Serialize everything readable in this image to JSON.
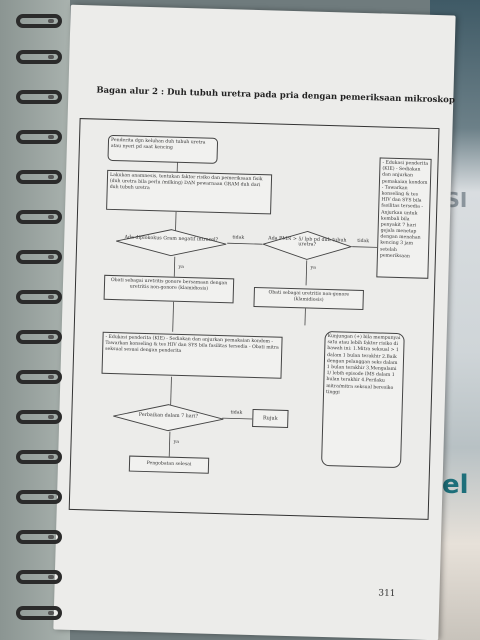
{
  "page": {
    "title": "Bagan alur 2 : Duh tubuh uretra pada pria dengan pemeriksaan mikroskop",
    "page_number": "311"
  },
  "flow": {
    "start": "Penderita dgn keluhan duh tubuh uretra atau nyeri pd saat kencing",
    "step1": "Lakukan anamnesis, tentukan faktor risiko dan pemeriksaan fisik (duh uretra bila perlu /milking) DAN pewarnaan GRAM duh dari duh tubuh uretra",
    "decision1": "Ada diplokokus Gram negatif intrasel?",
    "decision2": "Ada PMN > 5/ lpb pd duh tubuh uretra?",
    "no1": "tidak",
    "no2": "tidak",
    "yes1": "ya",
    "yes2": "ya",
    "treat1": "Obati sebagai uretritis gonore bersamaan dengan uretritis non-gonore (klamidiosis)",
    "treat2": "Obati sebagai uretritis non-gonore (klamidiosis)",
    "side_right": "- Edukasi penderita (KIE) - Sediakan dan anjurkan pemakaian kondom - Tawarkan konseling & tes HIV dan SYS bila fasilitas tersedia - Anjurkan untuk kembali bila penyakit 7 hari gejala menetap dengan menahan kencing 3 jam setelah pemeriksaan",
    "followup": "- Edukasi penderita (KIE) - Sediakan dan anjurkan pemakaian kondom - Tawarkan konseling & tes HIV dan SYS bila fasilitas tersedia - Obati mitra seksual sesuai dengan penderita",
    "decision3": "Perbaikan dalam 7 hari?",
    "no3": "tidak",
    "yes3": "ya",
    "rujuk": "Rujuk",
    "end": "Pengobatan selesai",
    "note": "Kunjungan (+) bila mempunyai satu atau lebih faktor risiko di bawah ini: 1.Mitra seksual > 1 dalam 1 bulan terakhir 2.Baik dengan pelanggan seks dalam 1 bulan terakhir 3.Mengalami 1/ lebih episode IMS dalam 1 bulan terakhir 4.Perilaku mitra/mitra seksual beresiko tinggi"
  },
  "background": {
    "right_text_1": "ISI",
    "right_text_2": "el"
  }
}
